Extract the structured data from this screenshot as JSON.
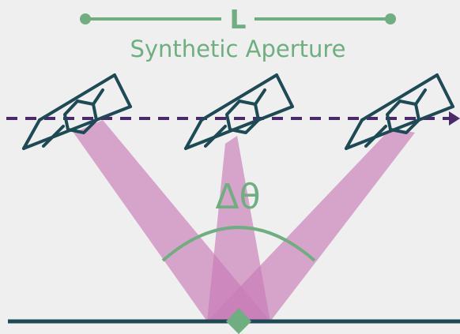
{
  "diagram": {
    "length_symbol": "L",
    "aperture_label": "Synthetic Aperture",
    "angle_symbol": "Δθ"
  },
  "colors": {
    "background": "#efefef",
    "green": "#6fae80",
    "satellite": "#1d4a55",
    "flight_path": "#4a2a6a",
    "beam": "#c77bb5",
    "beam_overlap": "#a8409a",
    "ground": "#1d4a55",
    "target": "#6fae80"
  },
  "icons": {
    "satellite": "satellite-icon",
    "target": "diamond-target-icon",
    "arrow": "arrow-right-icon"
  }
}
